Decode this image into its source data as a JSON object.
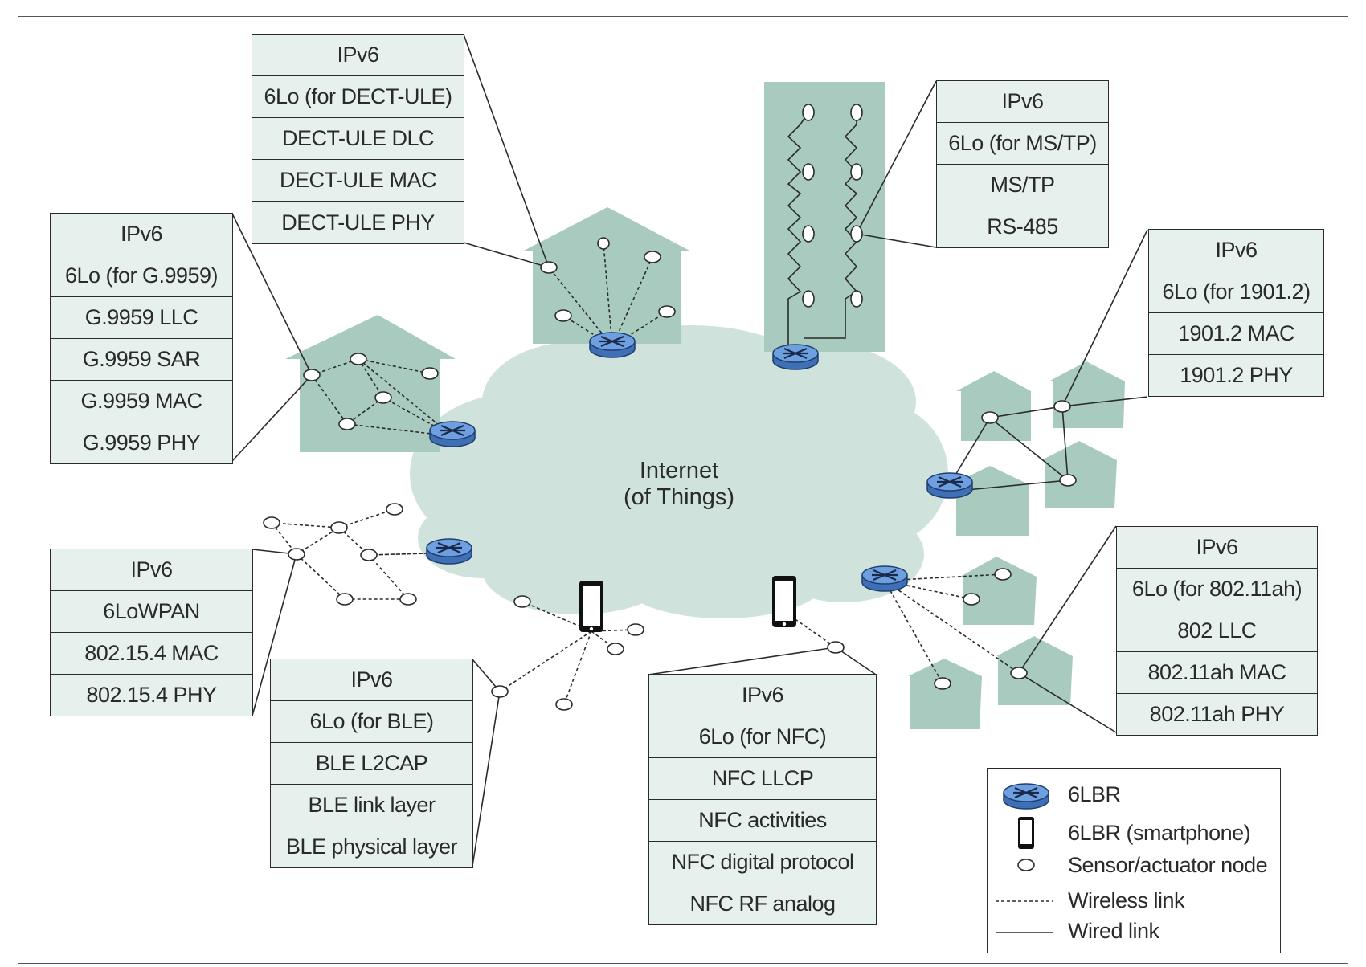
{
  "cloud_label": [
    "Internet",
    "(of Things)"
  ],
  "colors": {
    "cloud": "#cfe3dc",
    "house": "#a9cbbf",
    "layer_fill": "#e6f0ec",
    "router": "#5b8fd6",
    "stroke": "#2b2b2b"
  },
  "stacks": {
    "dect": [
      "IPv6",
      "6Lo (for DECT-ULE)",
      "DECT-ULE DLC",
      "DECT-ULE MAC",
      "DECT-ULE PHY"
    ],
    "g9959": [
      "IPv6",
      "6Lo (for G.9959)",
      "G.9959 LLC",
      "G.9959 SAR",
      "G.9959 MAC",
      "G.9959 PHY"
    ],
    "mstp": [
      "IPv6",
      "6Lo (for MS/TP)",
      "MS/TP",
      "RS-485"
    ],
    "p1901": [
      "IPv6",
      "6Lo (for 1901.2)",
      "1901.2 MAC",
      "1901.2 PHY"
    ],
    "lowpan": [
      "IPv6",
      "6LoWPAN",
      "802.15.4 MAC",
      "802.15.4 PHY"
    ],
    "ble": [
      "IPv6",
      "6Lo (for BLE)",
      "BLE L2CAP",
      "BLE link layer",
      "BLE physical layer"
    ],
    "nfc": [
      "IPv6",
      "6Lo (for NFC)",
      "NFC LLCP",
      "NFC activities",
      "NFC digital protocol",
      "NFC RF analog"
    ],
    "ah80211": [
      "IPv6",
      "6Lo (for 802.11ah)",
      "802 LLC",
      "802.11ah MAC",
      "802.11ah PHY"
    ]
  },
  "legend": [
    {
      "icon": "router-icon",
      "label": "6LBR"
    },
    {
      "icon": "smartphone-icon",
      "label": "6LBR (smartphone)"
    },
    {
      "icon": "node-icon",
      "label": "Sensor/actuator node"
    },
    {
      "icon": "dashed-line-icon",
      "label": "Wireless link"
    },
    {
      "icon": "solid-line-icon",
      "label": "Wired link"
    }
  ]
}
